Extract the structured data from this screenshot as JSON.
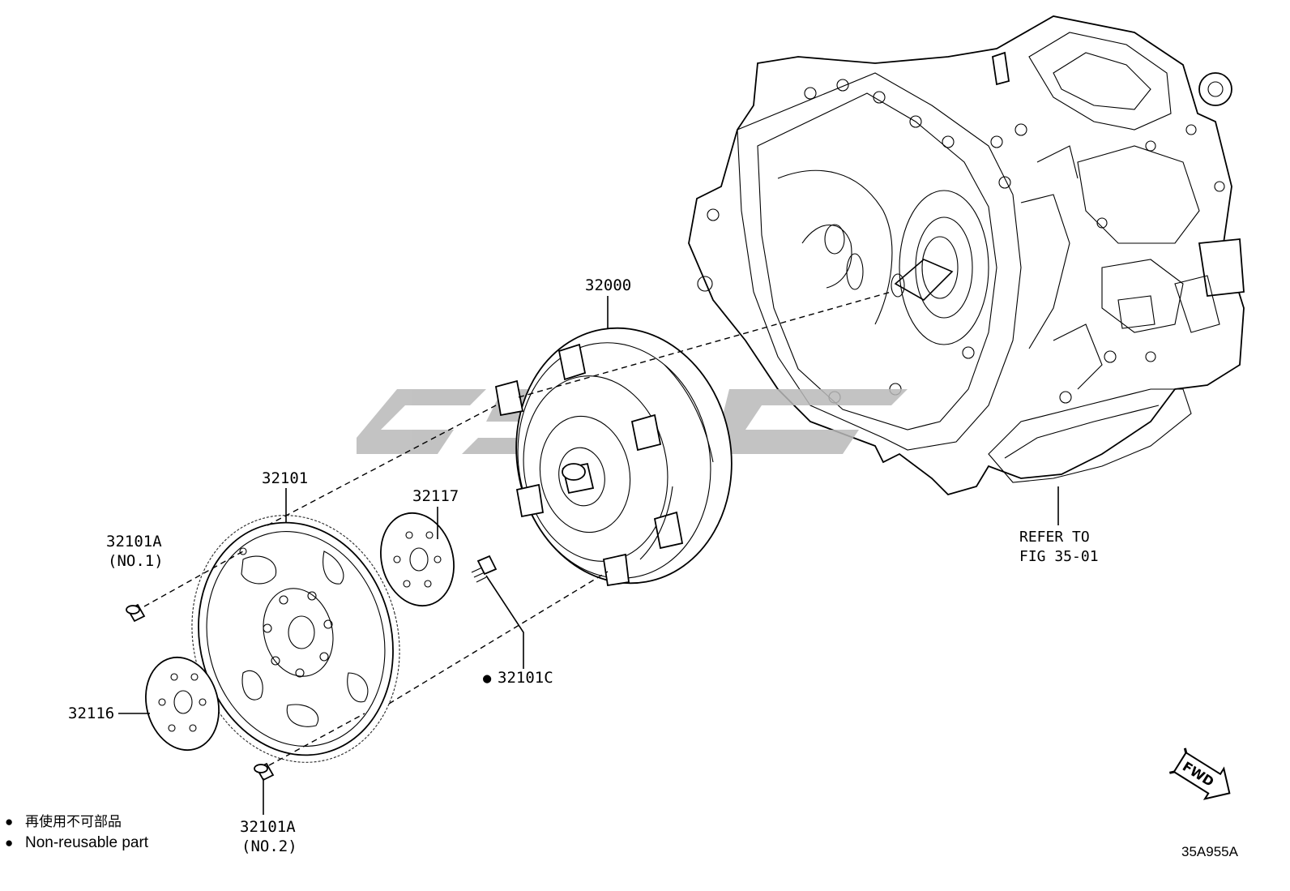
{
  "labels": {
    "converter": "32000",
    "drive_plate": "32101",
    "bolt_no1": "32101A",
    "bolt_no1_sub": "(NO.1)",
    "bolt_no2": "32101A",
    "bolt_no2_sub": "(NO.2)",
    "plate_32117": "32117",
    "plate_32116": "32116",
    "bolt_c_marker": "●",
    "bolt_c": "32101C",
    "refer_line1": "REFER TO",
    "refer_line2": "FIG 35-01",
    "fwd": "FWD",
    "fig_code": "35A955A"
  },
  "legend": {
    "bullet": "●",
    "line_cn": "再使用不可部品",
    "line_en": "Non-reusable part"
  },
  "colors": {
    "line": "#000000",
    "background": "#ffffff",
    "watermark": "#b8b8b8"
  }
}
